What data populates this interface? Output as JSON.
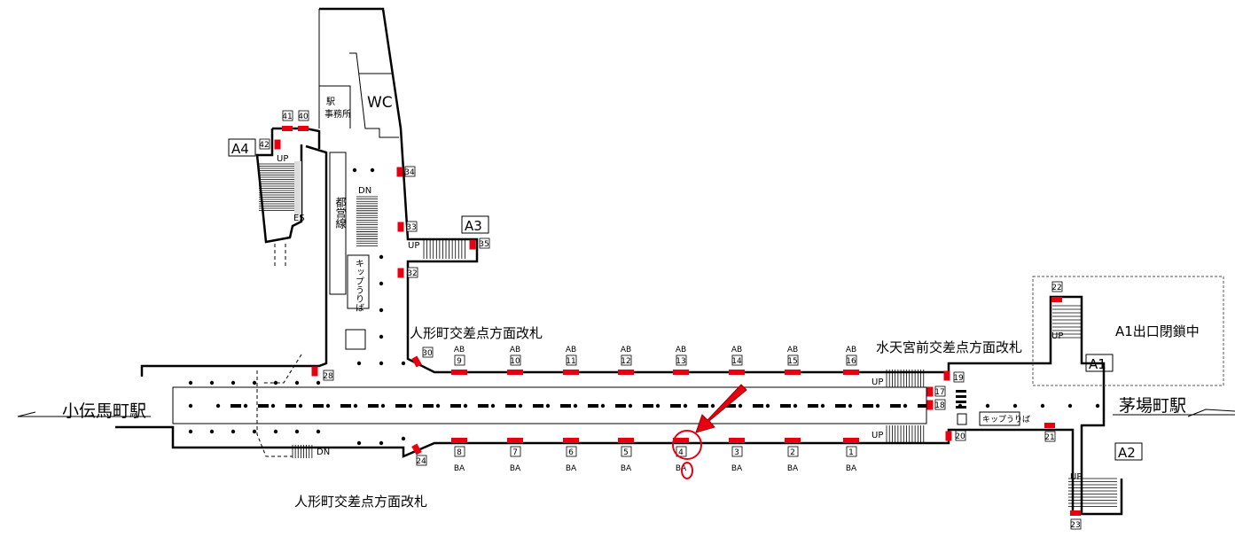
{
  "stations": {
    "left": "小伝馬町駅",
    "right": "茅場町駅"
  },
  "gates": {
    "ningyocho_top": "人形町交差点方面改札",
    "ningyocho_bottom": "人形町交差点方面改札",
    "suitengu": "水天宮前交差点方面改札"
  },
  "exits": {
    "a1": "A1",
    "a2": "A2",
    "a3": "A3",
    "a4": "A4",
    "a1_closed": "A1出口閉鎖中"
  },
  "rooms": {
    "wc": "WC",
    "office_1": "駅",
    "office_2": "事務所",
    "toei": "都営線",
    "ticket_vertical": "キップうりば",
    "ticket_right": "キップうりば"
  },
  "stair_labels": {
    "up": "UP",
    "dn": "DN",
    "es": "ES"
  },
  "door_top": {
    "label": "AB",
    "numbers": [
      "9",
      "10",
      "11",
      "12",
      "13",
      "14",
      "15",
      "16"
    ]
  },
  "door_bottom": {
    "label": "BA",
    "numbers": [
      "8",
      "7",
      "6",
      "5",
      "4",
      "3",
      "2",
      "1"
    ]
  },
  "exit_numbers": [
    "41",
    "40",
    "42",
    "34",
    "33",
    "35",
    "32",
    "30",
    "28",
    "24",
    "19",
    "17",
    "18",
    "20",
    "21",
    "22",
    "23"
  ],
  "colors": {
    "door": "#e60012",
    "highlight": "#e60012"
  }
}
